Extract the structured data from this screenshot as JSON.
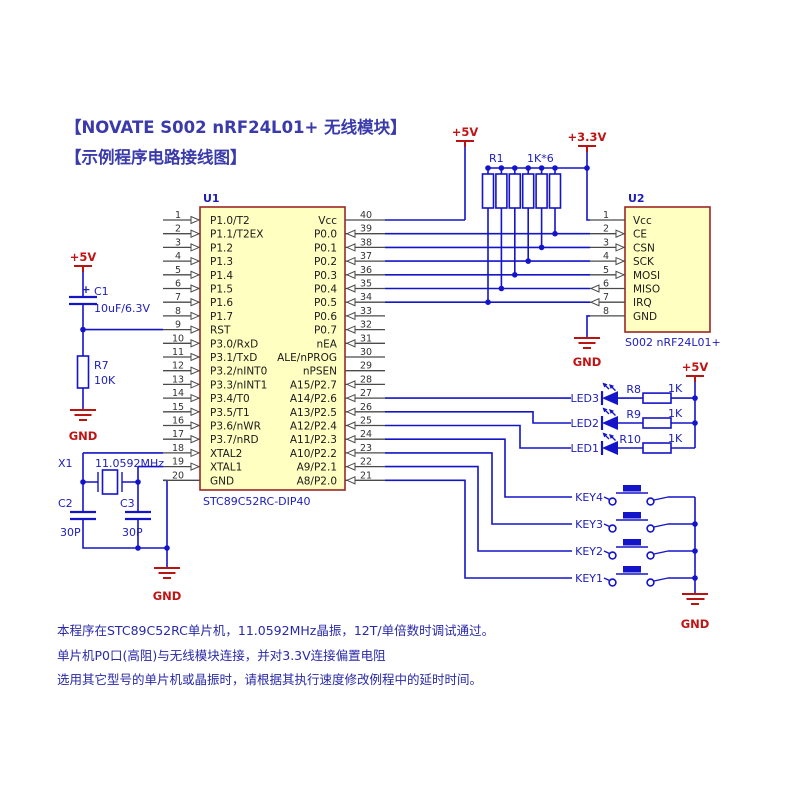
{
  "title": {
    "line1": "【NOVATE S002 nRF24L01+ 无线模块】",
    "line2": "【示例程序电路接线图】"
  },
  "u1": {
    "ref": "U1",
    "part": "STC89C52RC-DIP40",
    "left_pins": [
      {
        "num": "1",
        "name": "P1.0/T2"
      },
      {
        "num": "2",
        "name": "P1.1/T2EX"
      },
      {
        "num": "3",
        "name": "P1.2"
      },
      {
        "num": "4",
        "name": "P1.3"
      },
      {
        "num": "5",
        "name": "P1.4"
      },
      {
        "num": "6",
        "name": "P1.5"
      },
      {
        "num": "7",
        "name": "P1.6"
      },
      {
        "num": "8",
        "name": "P1.7"
      },
      {
        "num": "9",
        "name": "RST"
      },
      {
        "num": "10",
        "name": "P3.0/RxD"
      },
      {
        "num": "11",
        "name": "P3.1/TxD"
      },
      {
        "num": "12",
        "name": "P3.2/nINT0"
      },
      {
        "num": "13",
        "name": "P3.3/nINT1"
      },
      {
        "num": "14",
        "name": "P3.4/T0"
      },
      {
        "num": "15",
        "name": "P3.5/T1"
      },
      {
        "num": "16",
        "name": "P3.6/nWR"
      },
      {
        "num": "17",
        "name": "P3.7/nRD"
      },
      {
        "num": "18",
        "name": "XTAL2"
      },
      {
        "num": "19",
        "name": "XTAL1"
      },
      {
        "num": "20",
        "name": "GND"
      }
    ],
    "right_pins": [
      {
        "num": "40",
        "name": "Vcc"
      },
      {
        "num": "39",
        "name": "P0.0"
      },
      {
        "num": "38",
        "name": "P0.1"
      },
      {
        "num": "37",
        "name": "P0.2"
      },
      {
        "num": "36",
        "name": "P0.3"
      },
      {
        "num": "35",
        "name": "P0.4"
      },
      {
        "num": "34",
        "name": "P0.5"
      },
      {
        "num": "33",
        "name": "P0.6"
      },
      {
        "num": "32",
        "name": "P0.7"
      },
      {
        "num": "31",
        "name": "nEA"
      },
      {
        "num": "30",
        "name": "ALE/nPROG"
      },
      {
        "num": "29",
        "name": "nPSEN"
      },
      {
        "num": "28",
        "name": "A15/P2.7"
      },
      {
        "num": "27",
        "name": "A14/P2.6"
      },
      {
        "num": "26",
        "name": "A13/P2.5"
      },
      {
        "num": "25",
        "name": "A12/P2.4"
      },
      {
        "num": "24",
        "name": "A11/P2.3"
      },
      {
        "num": "23",
        "name": "A10/P2.2"
      },
      {
        "num": "22",
        "name": "A9/P2.1"
      },
      {
        "num": "21",
        "name": "A8/P2.0"
      }
    ]
  },
  "u2": {
    "ref": "U2",
    "part": "S002 nRF24L01+",
    "pins": [
      {
        "num": "1",
        "name": "Vcc"
      },
      {
        "num": "2",
        "name": "CE"
      },
      {
        "num": "3",
        "name": "CSN"
      },
      {
        "num": "4",
        "name": "SCK"
      },
      {
        "num": "5",
        "name": "MOSI"
      },
      {
        "num": "6",
        "name": "MISO"
      },
      {
        "num": "7",
        "name": "IRQ"
      },
      {
        "num": "8",
        "name": "GND"
      }
    ]
  },
  "resistor_network": {
    "ref": "R1",
    "value": "1K*6"
  },
  "power": {
    "v5": "+5V",
    "v33": "+3.3V",
    "gnd": "GND"
  },
  "c1": {
    "ref": "C1",
    "value": "10uF/6.3V",
    "polarity": "+"
  },
  "r7": {
    "ref": "R7",
    "value": "10K"
  },
  "crystal": {
    "ref": "X1",
    "freq": "11.0592MHz"
  },
  "c2": {
    "ref": "C2",
    "value": "30P"
  },
  "c3": {
    "ref": "C3",
    "value": "30P"
  },
  "leds": [
    {
      "label": "LED3",
      "res": "R8",
      "value": "1K"
    },
    {
      "label": "LED2",
      "res": "R9",
      "value": "1K"
    },
    {
      "label": "LED1",
      "res": "R10",
      "value": "1K"
    }
  ],
  "keys": [
    {
      "label": "KEY4"
    },
    {
      "label": "KEY3"
    },
    {
      "label": "KEY2"
    },
    {
      "label": "KEY1"
    }
  ],
  "notes": [
    "本程序在STC89C52RC单片机，11.0592MHz晶振，12T/单倍数时调试通过。",
    "单片机P0口(高阻)与无线模块连接，并对3.3V连接偏置电阻",
    "选用其它型号的单片机或晶振时，请根据其执行速度修改例程中的延时时间。"
  ],
  "colors": {
    "wire": "#1414c8",
    "ic_fill": "#ffffc2",
    "ic_border": "#9c2626",
    "power_red": "#c01414",
    "label_blue": "#1d1db8",
    "title_blue": "#3a3aaa"
  }
}
